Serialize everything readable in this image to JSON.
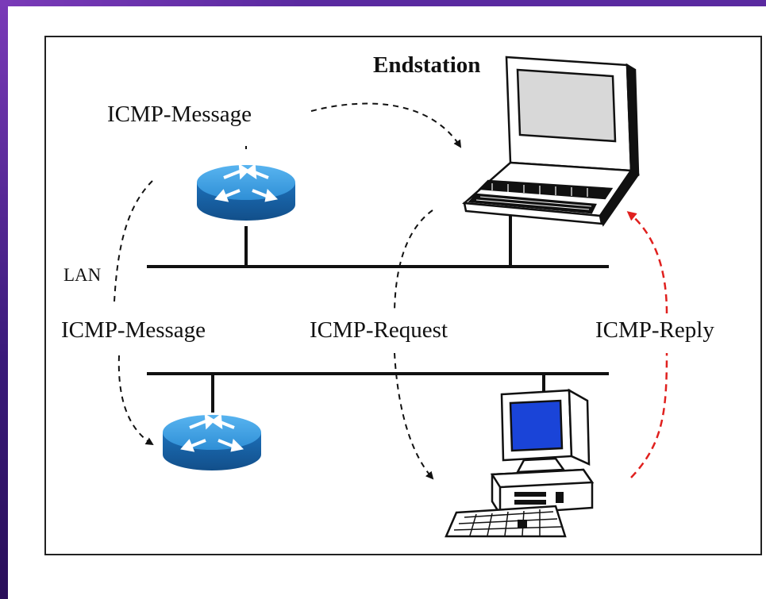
{
  "labels": {
    "endstation": "Endstation",
    "icmp_message_top": "ICMP-Message",
    "lan": "LAN",
    "icmp_message_bottom": "ICMP-Message",
    "icmp_request": "ICMP-Request",
    "icmp_reply": "ICMP-Reply"
  },
  "colors": {
    "router": "#2f8fd6",
    "reply_arrow": "#e0201e",
    "screen": "#1a44d8"
  },
  "icons": [
    "router-icon",
    "laptop-icon",
    "desktop-computer-icon"
  ]
}
